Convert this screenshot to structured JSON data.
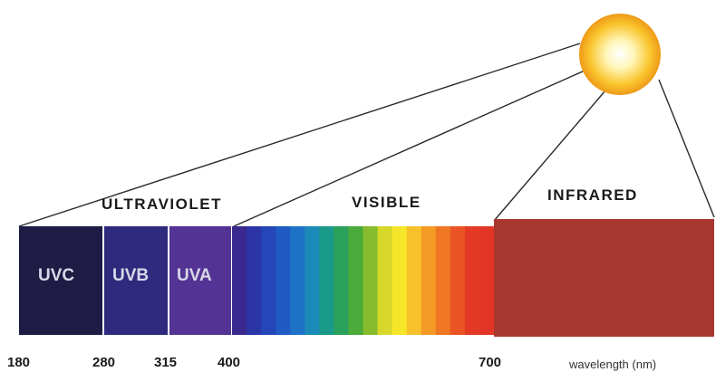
{
  "regions": {
    "ultraviolet": "ULTRAVIOLET",
    "visible": "VISIBLE",
    "infrared": "INFRARED"
  },
  "bands": {
    "uvc": "UVC",
    "uvb": "UVB",
    "uva": "UVA"
  },
  "ticks": [
    "180",
    "280",
    "315",
    "400",
    "700"
  ],
  "unit_label": "wavelength (nm)",
  "colors": {
    "uvc": "#1e1c45",
    "uvb": "#2f2a7e",
    "uva": "#533393",
    "infrared": "#a8372f",
    "sun_core": "#fff3b0",
    "sun_rim": "#f2a71d"
  },
  "visible_spectrum": [
    "#3a2a8f",
    "#2b35a8",
    "#2446b8",
    "#1f5bc2",
    "#1d72c6",
    "#1b8ab8",
    "#1a9a8a",
    "#2aa15a",
    "#4aab3a",
    "#86bc2e",
    "#d8d82a",
    "#f6e62a",
    "#f6c12a",
    "#f49a25",
    "#ef7622",
    "#ea5424",
    "#e43a25",
    "#e23525"
  ]
}
